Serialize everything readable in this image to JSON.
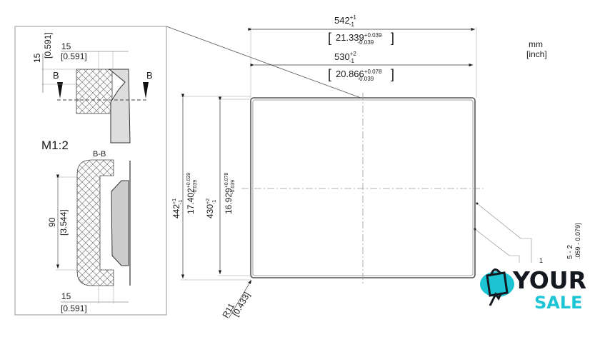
{
  "units": {
    "line1": "mm",
    "line2": "[inch]"
  },
  "detail_view": {
    "scale_label": "M1:2",
    "section_marker": "B",
    "section_label": "B-B",
    "dims": {
      "top_vertical_mm": "15",
      "top_vertical_in": "[0.591]",
      "top_horizontal_mm": "15",
      "top_horizontal_in": "[0.591]",
      "section_height_mm": "90",
      "section_height_in": "[3.544]",
      "section_bottom_mm": "15",
      "section_bottom_in": "[0.591]"
    }
  },
  "main_view": {
    "outer_width": {
      "base": "542",
      "tol_plus": "+1",
      "tol_minus": "-1",
      "inch_base": "21.339",
      "inch_plus": "+0.039",
      "inch_minus": "-0.039"
    },
    "inner_width": {
      "base": "530",
      "tol_plus": "+2",
      "tol_minus": "-1",
      "inch_base": "20.866",
      "inch_plus": "+0.078",
      "inch_minus": "-0.039"
    },
    "outer_height": {
      "base": "442",
      "tol_plus": "+1",
      "tol_minus": "-1",
      "inch_base": "17.402",
      "inch_plus": "+0.039",
      "inch_minus": "-0.039"
    },
    "inner_height": {
      "base": "430",
      "tol_plus": "+2",
      "tol_minus": "-1",
      "inch_base": "16.929",
      "inch_plus": "+0.078",
      "inch_minus": "-0.039"
    },
    "radius": {
      "mm": "R11",
      "in": "[0.433]"
    },
    "side_note": {
      "mm": "5 - 2",
      "in": ".059 - 0.079]",
      "callout": "1"
    }
  },
  "logo": {
    "word1": "YOUR",
    "word2": "SALE",
    "accent": "#1cc4d4",
    "dark": "#141820"
  }
}
